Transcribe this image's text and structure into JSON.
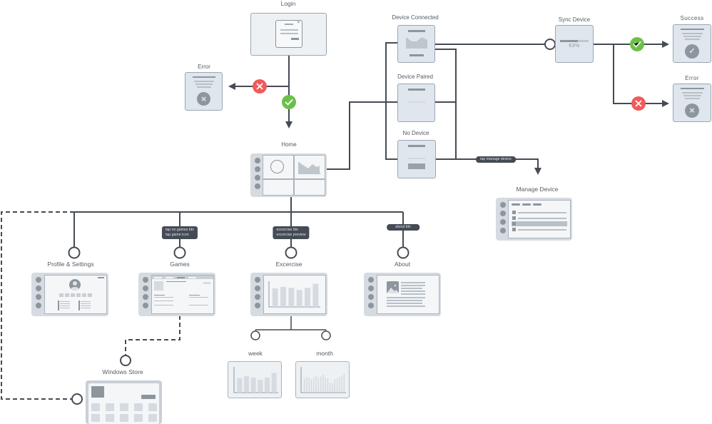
{
  "diagram": {
    "type": "user-flow",
    "screens": {
      "login": {
        "label": "Login"
      },
      "login_error": {
        "label": "Error"
      },
      "home": {
        "label": "Home"
      },
      "device_connected": {
        "label": "Device Connected"
      },
      "device_paired": {
        "label": "Device Paired"
      },
      "no_device": {
        "label": "No Device"
      },
      "sync_device": {
        "label": "Sync Device",
        "progress_text": "63%",
        "progress": 0.63
      },
      "sync_success": {
        "label": "Success"
      },
      "sync_error": {
        "label": "Error"
      },
      "manage_device": {
        "label": "Manage Device"
      },
      "profile_settings": {
        "label": "Profile & Settings"
      },
      "games": {
        "label": "Games"
      },
      "exercise": {
        "label": "Excercise"
      },
      "about": {
        "label": "About"
      },
      "week": {
        "label": "week"
      },
      "month": {
        "label": "month"
      },
      "windows_store": {
        "label": "Windows Store"
      }
    },
    "triggers": {
      "games": [
        "tap on games btn",
        "tap game icon"
      ],
      "exercise": [
        "excercise btn",
        "excercise preview"
      ],
      "about": "about btn",
      "manage_device": "tap manage device"
    },
    "status_icons": {
      "success": {
        "icon": "check-icon",
        "color": "#6cc04a"
      },
      "failure": {
        "icon": "x-icon",
        "color": "#f05a5a"
      }
    },
    "chart_bars": {
      "exercise": [
        0.72,
        0.78,
        0.74,
        0.66,
        0.74,
        0.9
      ],
      "week": [
        0.56,
        0.64,
        0.58,
        0.5,
        0.58,
        0.76
      ],
      "month": [
        0.55,
        0.62,
        0.58,
        0.52,
        0.6,
        0.65,
        0.58,
        0.62,
        0.7,
        0.6,
        0.55,
        0.38,
        0.36,
        0.52,
        0.55,
        0.6,
        0.65,
        0.72
      ]
    },
    "colors": {
      "connector": "#454b54",
      "card_fill": "#dfe6ed",
      "card_border": "#9aa7b3",
      "success": "#6cc04a",
      "failure": "#f05a5a"
    }
  }
}
